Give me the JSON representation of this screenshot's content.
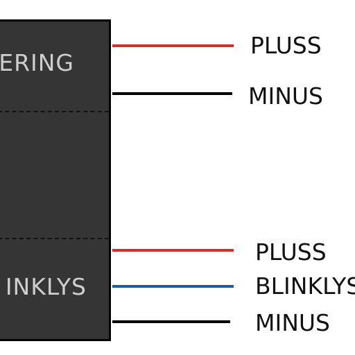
{
  "box": {
    "top_label": "ERING",
    "bottom_label": "INKLYS"
  },
  "wires": [
    {
      "label": "PLUSS",
      "color": "#d0312d"
    },
    {
      "label": "MINUS",
      "color": "#000000"
    },
    {
      "label": "PLUSS",
      "color": "#d0312d"
    },
    {
      "label": "BLINKLYS",
      "color": "#1f5f95"
    },
    {
      "label": "MINUS",
      "color": "#000000"
    }
  ]
}
